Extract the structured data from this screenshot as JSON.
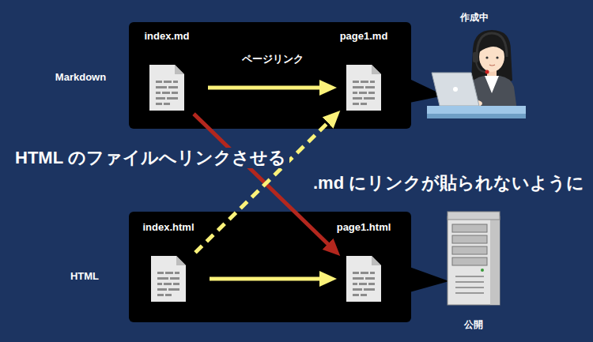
{
  "diagram": {
    "nodes": [
      {
        "text": [
          "Markdown"
        ]
      },
      {
        "text": [
          "index.md"
        ],
        "in": 0
      },
      {
        "text": [
          "page1.md"
        ],
        "in": 0
      },
      {
        "text": [
          "HTML"
        ]
      },
      {
        "text": [
          "index.html"
        ],
        "in": 3
      },
      {
        "text": [
          "page1.html"
        ],
        "in": 3
      }
    ],
    "edges": [
      {
        "from": 1,
        "to": 2,
        "arrow": "to",
        "label": "ページリンク"
      },
      {
        "from": 4,
        "to": 5,
        "arrow": "to"
      },
      {
        "from": 1,
        "to": 5,
        "arrow": "to"
      },
      {
        "from": 4,
        "to": 2,
        "arrow": "to"
      }
    ],
    "labels": [
      "作成中",
      "公開",
      "HTML のファイルへリンクさせる",
      ".md にリンクが貼られないように"
    ]
  }
}
